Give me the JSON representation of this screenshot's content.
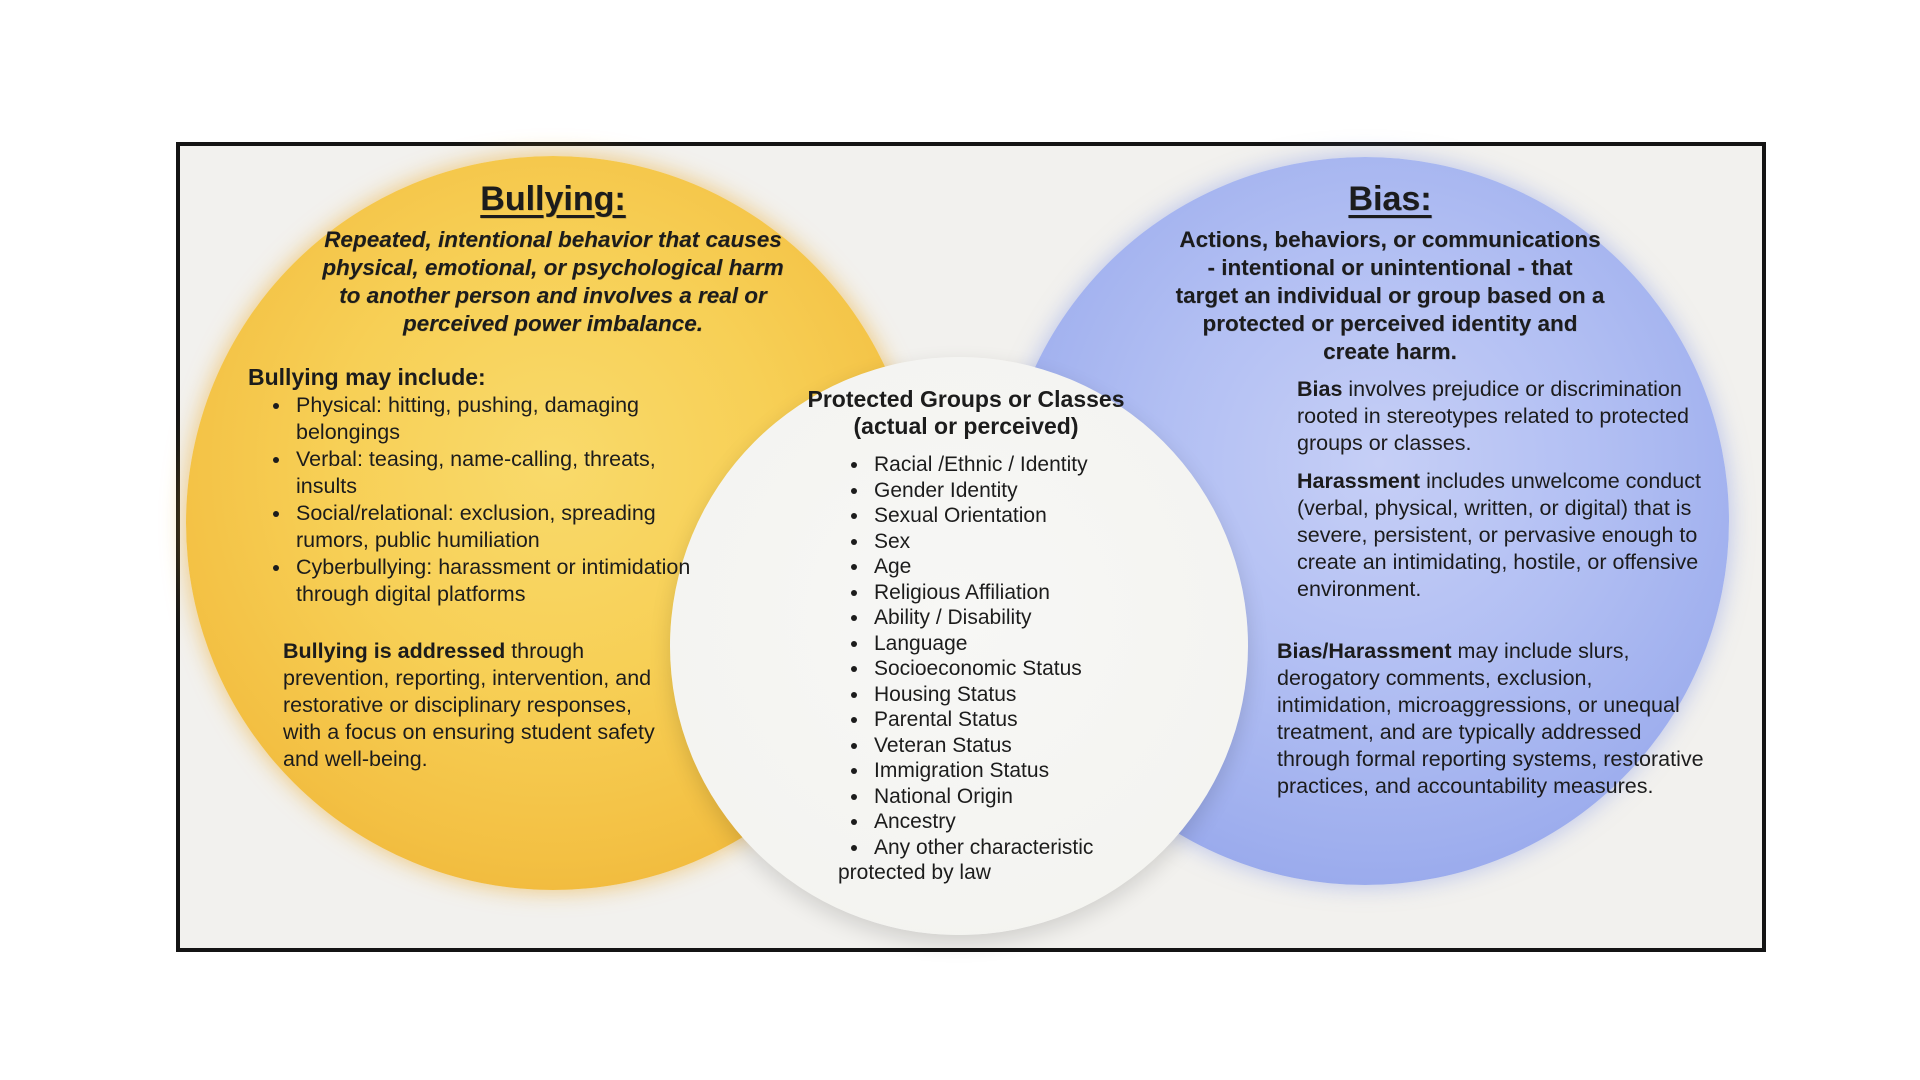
{
  "diagram": {
    "bullying": {
      "title": "Bullying:",
      "definition_lines": [
        "Repeated, intentional behavior that causes",
        "physical, emotional, or psychological harm",
        "to another person and involves a real or",
        "perceived power imbalance."
      ],
      "list_heading": "Bullying may include:",
      "items": [
        "Physical: hitting, pushing, damaging belongings",
        "Verbal: teasing, name-calling, threats, insults",
        "Social/relational: exclusion, spreading rumors, public humiliation",
        "Cyberbullying: harassment or intimidation through digital platforms"
      ],
      "footer_bold": "Bullying is addressed",
      "footer_rest": " through prevention, reporting, intervention, and restorative or disciplinary responses, with a focus on ensuring student safety and well-being."
    },
    "protected": {
      "title_line1": "Protected Groups or Classes",
      "title_line2": "(actual or perceived)",
      "items": [
        "Racial /Ethnic / Identity",
        "Gender Identity",
        "Sexual Orientation",
        "Sex",
        "Age",
        "Religious Affiliation",
        "Ability / Disability",
        "Language",
        "Socioeconomic Status",
        "Housing Status",
        "Parental Status",
        "Veteran Status",
        "Immigration Status",
        "National Origin",
        "Ancestry",
        "Any other characteristic"
      ],
      "items_tail": "protected by law"
    },
    "bias": {
      "title": "Bias:",
      "definition_lines": [
        "Actions, behaviors, or communications",
        "- intentional or unintentional - that",
        "target an individual or group based on a",
        "protected or perceived identity and",
        "create harm."
      ],
      "para1_bold": "Bias",
      "para1_rest": " involves prejudice or discrimination rooted in stereotypes related to protected groups or classes.",
      "para2_bold": "Harassment",
      "para2_rest": " includes unwelcome conduct (verbal, physical, written, or digital) that is severe, persistent, or pervasive enough to create an intimidating, hostile, or offensive environment.",
      "para3_bold": "Bias/Harassment",
      "para3_rest": " may include slurs, derogatory comments, exclusion, intimidation, microaggressions, or unequal treatment, and are typically addressed through formal reporting systems, restorative practices, and accountability measures."
    },
    "colors": {
      "bullying_fill": "#f5c94b",
      "bullying_edge": "#ecac2e",
      "bias_fill": "#aebbf2",
      "bias_edge": "#8b9de8",
      "center_fill": "#f4f4f1",
      "canvas_bg": "#f2f1ee",
      "frame_border": "#141414",
      "text": "#1c1c1c"
    }
  }
}
